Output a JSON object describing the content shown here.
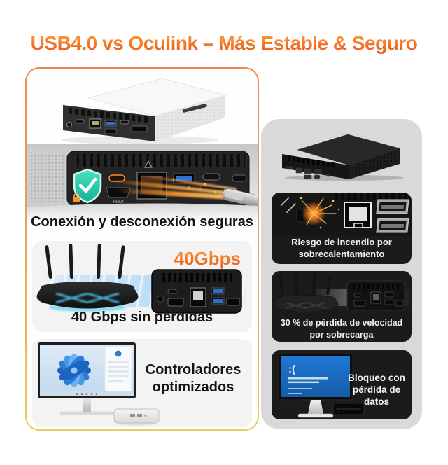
{
  "title": "USB4.0 vs Oculink – Más Estable & Seguro",
  "colors": {
    "title_orange_top": "#FB9430",
    "title_orange_bottom": "#ED5A1E",
    "left_border_top": "#F2874D",
    "left_border_bottom": "#E9CB5F",
    "section_gray": "#F3F3F4",
    "right_panel_gray": "#D9D9D9",
    "card_dark": "#1B1B1B",
    "shield_teal": "#35CFAF",
    "beam_blue": "#BCDEF8",
    "bsod_blue": "#1668C6",
    "speed_orange": "#F4731C",
    "usb_port_blue": "#2E6FD6"
  },
  "left": {
    "caption_connection": "Conexión y desconexión seguras",
    "speed_label": "40Gbps",
    "caption_speed": "40 Gbps sin pérdidas",
    "caption_drivers": {
      "line1": "Controladores",
      "line2": "optimizados"
    },
    "hdmi_port_label": "HDMI"
  },
  "right": {
    "caption_fire": {
      "line1": "Riesgo de incendio por",
      "line2": "sobrecalentamiento"
    },
    "caption_loss": {
      "line1": "30 % de pérdida de velocidad",
      "line2": "por sobrecarga"
    },
    "caption_crash": {
      "line1": "Bloqueo con",
      "line2": "pérdida de datos"
    },
    "bsod_face": ":("
  }
}
